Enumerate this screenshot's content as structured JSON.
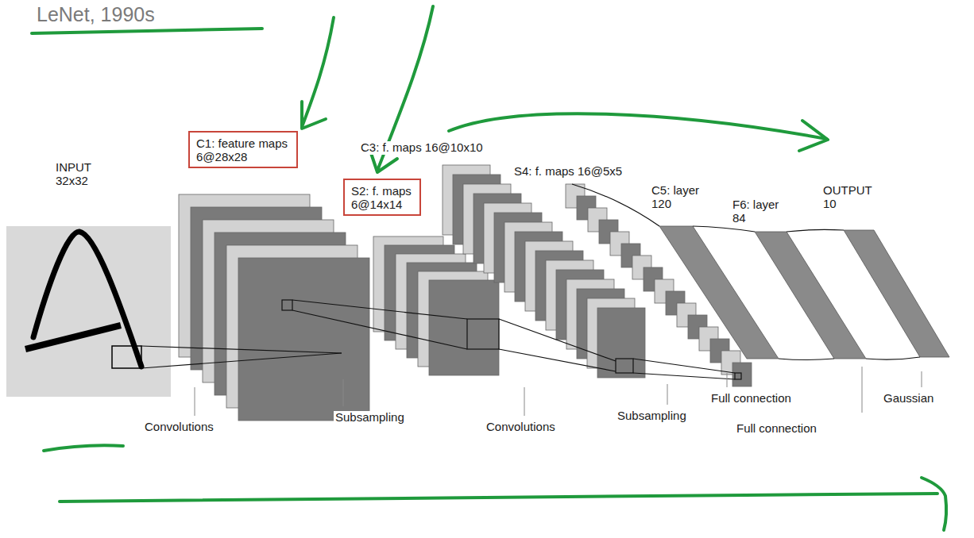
{
  "diagram": {
    "title": "LeNet, 1990s",
    "nodes": [
      {
        "text": [
          "C1: feature maps 6@28x28"
        ]
      },
      {
        "text": [
          "S2: f. maps 6@14x14"
        ]
      }
    ],
    "labels": [
      "INPUT 32x32",
      "C3: f. maps 16@10x10",
      "S4: f. maps 16@5x5",
      "C5: layer 120",
      "F6: layer 84",
      "OUTPUT 10",
      "Convolutions",
      "Subsampling",
      "Convolutions",
      "Subsampling",
      "Full connection",
      "Full connection",
      "Gaussian"
    ]
  }
}
